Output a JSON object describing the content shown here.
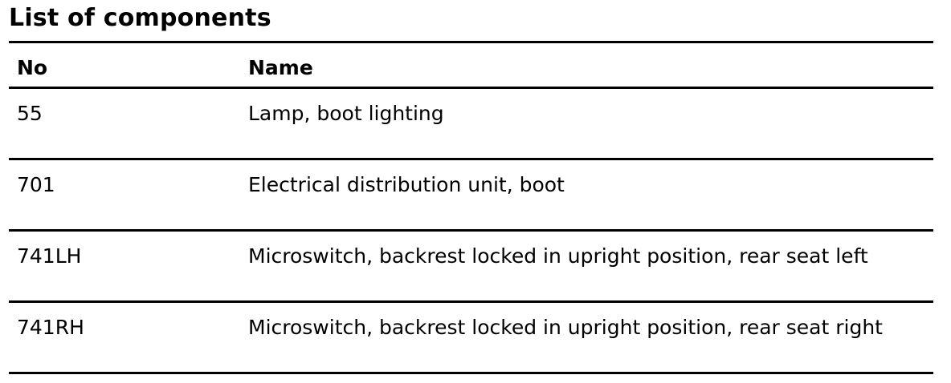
{
  "title": "List of components",
  "table": {
    "headers": [
      "No",
      "Name"
    ],
    "rows": [
      {
        "no": "55",
        "name": "Lamp, boot lighting"
      },
      {
        "no": "701",
        "name": "Electrical distribution unit, boot"
      },
      {
        "no": "741LH",
        "name": "Microswitch, backrest locked in upright position, rear seat left"
      },
      {
        "no": "741RH",
        "name": "Microswitch, backrest locked in upright position, rear seat right"
      }
    ]
  }
}
